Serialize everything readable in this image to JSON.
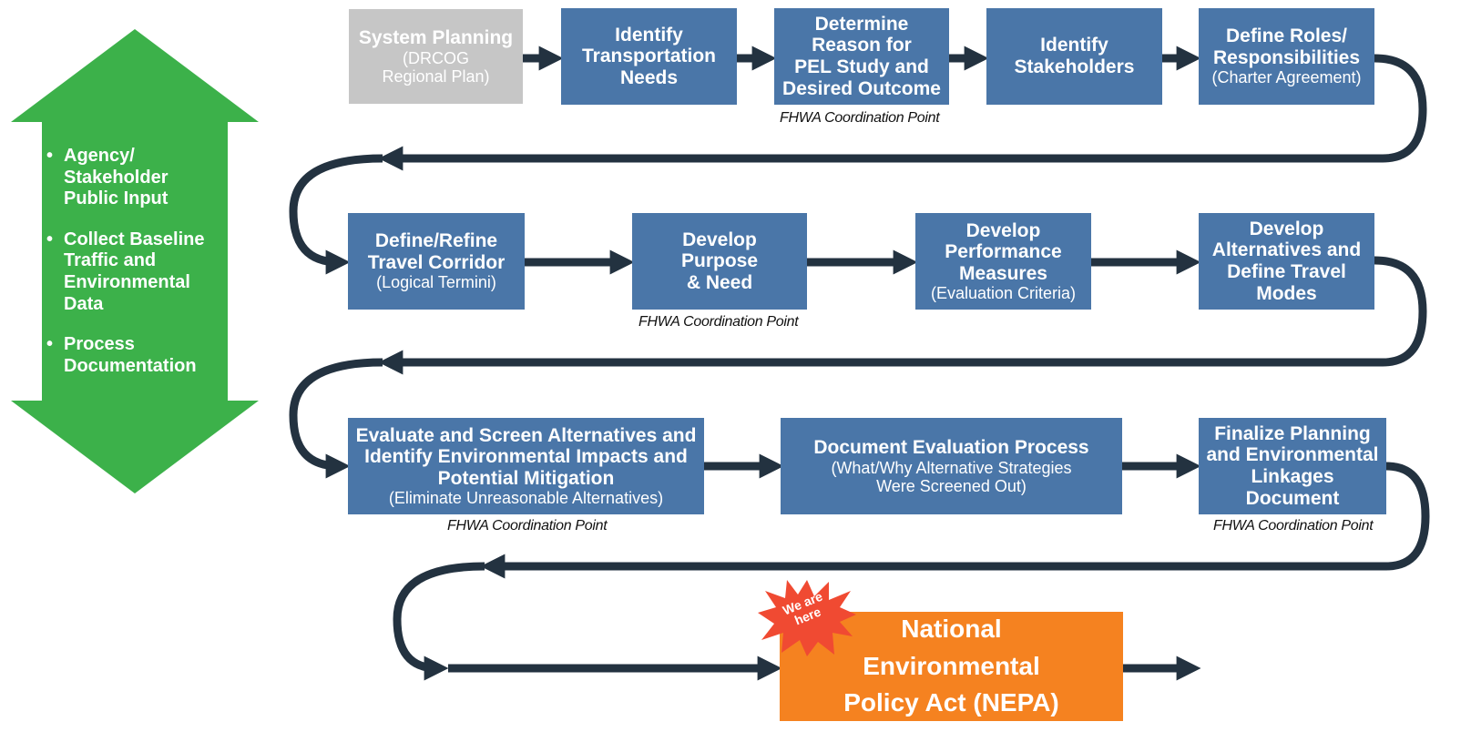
{
  "side_panel": {
    "items": [
      "Agency/\nStakeholder\nPublic Input",
      "Collect Baseline\nTraffic and\nEnvironmental\nData",
      "Process\nDocumentation"
    ],
    "color": "#3cb14a"
  },
  "steps": {
    "system_planning": {
      "title": "System Planning",
      "sub": "(DRCOG\nRegional Plan)"
    },
    "identify_needs": {
      "title": "Identify\nTransportation\nNeeds"
    },
    "determine_reason": {
      "title": "Determine\nReason for\nPEL Study and\nDesired Outcome"
    },
    "identify_stakeholders": {
      "title": "Identify\nStakeholders"
    },
    "define_roles": {
      "title": "Define Roles/\nResponsibilities",
      "sub": "(Charter Agreement)"
    },
    "define_corridor": {
      "title": "Define/Refine\nTravel Corridor",
      "sub": "(Logical Termini)"
    },
    "purpose_need": {
      "title": "Develop\nPurpose\n& Need"
    },
    "performance_measures": {
      "title": "Develop\nPerformance\nMeasures",
      "sub": "(Evaluation Criteria)"
    },
    "develop_alternatives": {
      "title": "Develop\nAlternatives and\nDefine Travel\nModes"
    },
    "evaluate_screen": {
      "title": "Evaluate and Screen Alternatives and\nIdentify Environmental Impacts and\nPotential Mitigation",
      "sub": "(Eliminate Unreasonable Alternatives)"
    },
    "document_evaluation": {
      "title": "Document Evaluation Process",
      "sub": "(What/Why Alternative Strategies\nWere Screened Out)"
    },
    "finalize_pel": {
      "title": "Finalize Planning\nand Environmental\nLinkages\nDocument"
    },
    "nepa": {
      "title": "National\nEnvironmental\nPolicy Act (NEPA)"
    }
  },
  "coordination_label": "FHWA Coordination Point",
  "badge": {
    "text": "We are\nhere",
    "color": "#f04a32"
  },
  "colors": {
    "step_blue": "#4a76a8",
    "step_gray": "#c6c6c6",
    "nepa_orange": "#f58220",
    "connector": "#233240"
  }
}
